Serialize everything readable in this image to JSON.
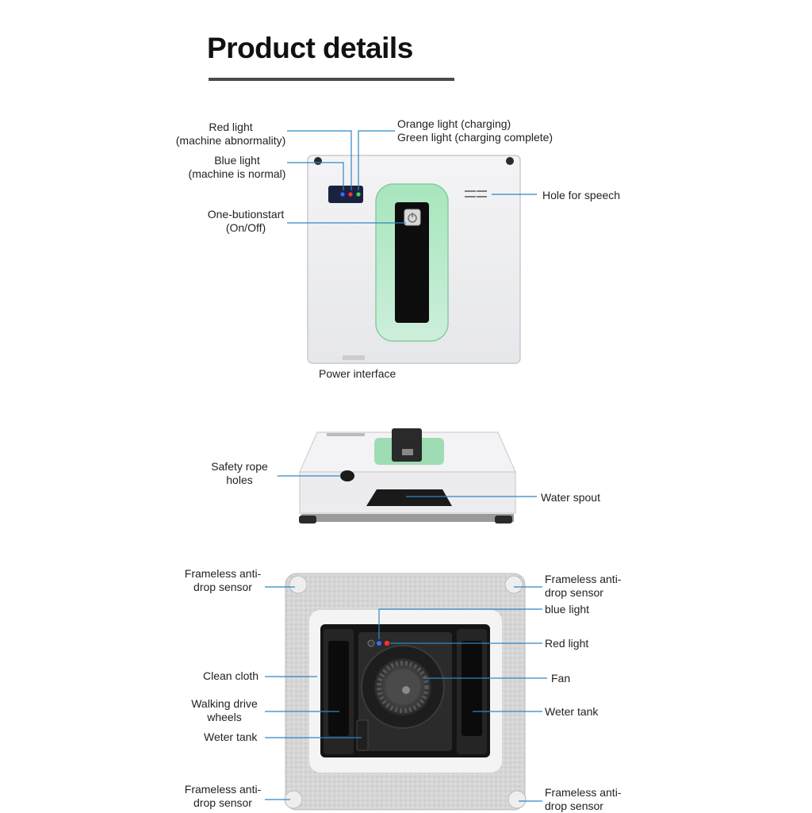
{
  "header": {
    "title": "Product details"
  },
  "front_view": {
    "labels": {
      "red_light_1": "Red light",
      "red_light_2": "(machine abnormality)",
      "blue_light_1": "Blue light",
      "blue_light_2": "(machine is normal)",
      "orange_light": "Orange light (charging)",
      "green_light": "Green light (charging complete)",
      "hole_for_speech": "Hole for speech",
      "one_button_1": "One-butionstart",
      "one_button_2": "(On/Off)",
      "power_interface": "Power interface"
    }
  },
  "side_view": {
    "labels": {
      "safety_rope_1": "Safety rope",
      "safety_rope_2": "holes",
      "water_spout": "Water spout"
    }
  },
  "bottom_view": {
    "labels": {
      "frameless_tl_1": "Frameless anti-",
      "frameless_tl_2": "drop sensor",
      "frameless_tr_1": "Frameless anti-",
      "frameless_tr_2": "drop sensor",
      "blue_light": "blue light",
      "red_light": "Red light",
      "clean_cloth": "Clean cloth",
      "fan": "Fan",
      "walking_1": "Walking drive",
      "walking_2": "wheels",
      "weter_tank_right": "Weter tank",
      "weter_tank_left": "Weter tank",
      "frameless_bl_1": "Frameless anti-",
      "frameless_bl_2": "drop sensor",
      "frameless_br_1": "Frameless anti-",
      "frameless_br_2": "drop sensor"
    }
  },
  "colors": {
    "leader_line": "#2f86c6",
    "accent_green": "#8fd8a8",
    "led_blue": "#3a6bff",
    "led_red": "#ff3030",
    "led_green": "#37d65a"
  }
}
